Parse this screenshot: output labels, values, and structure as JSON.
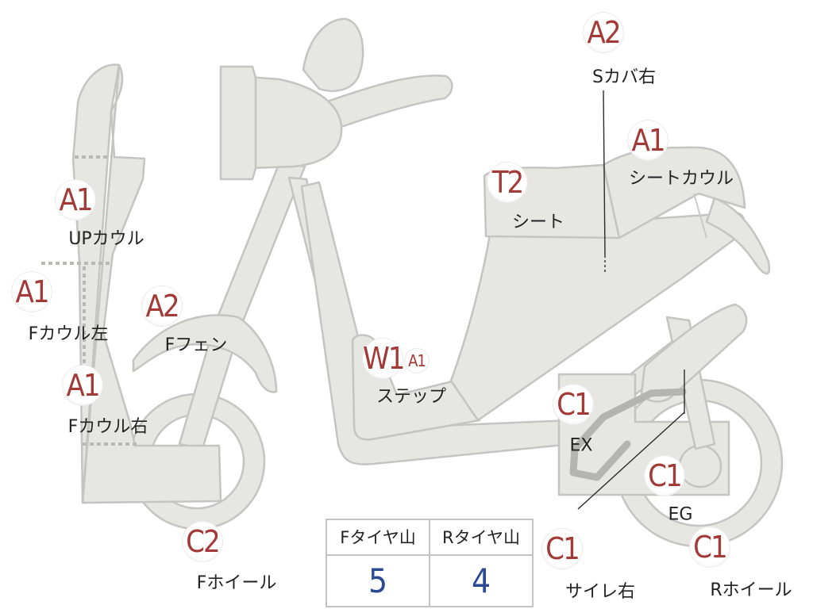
{
  "parts": [
    {
      "id": "s-cover-right",
      "grade": "A2",
      "name": "Sカバ右"
    },
    {
      "id": "seat-cowl",
      "grade": "A1",
      "name": "シートカウル"
    },
    {
      "id": "seat",
      "grade": "T2",
      "name": "シート"
    },
    {
      "id": "up-cowl",
      "grade": "A1",
      "name": "UPカウル"
    },
    {
      "id": "f-cowl-left",
      "grade": "A1",
      "name": "Fカウル左"
    },
    {
      "id": "f-fender",
      "grade": "A2",
      "name": "Fフェン"
    },
    {
      "id": "f-cowl-right",
      "grade": "A1",
      "name": "Fカウル右"
    },
    {
      "id": "step",
      "grade": "W1",
      "grade_extra": "A1",
      "name": "ステップ"
    },
    {
      "id": "exhaust",
      "grade": "C1",
      "name": "EX"
    },
    {
      "id": "engine",
      "grade": "C1",
      "name": "EG"
    },
    {
      "id": "f-wheel",
      "grade": "C2",
      "name": "Fホイール"
    },
    {
      "id": "silencer-right",
      "grade": "C1",
      "name": "サイレ右"
    },
    {
      "id": "r-wheel",
      "grade": "C1",
      "name": "Rホイール"
    }
  ],
  "tread_table": {
    "headers": [
      "Fタイヤ山",
      "Rタイヤ山"
    ],
    "values": [
      "5",
      "4"
    ]
  }
}
